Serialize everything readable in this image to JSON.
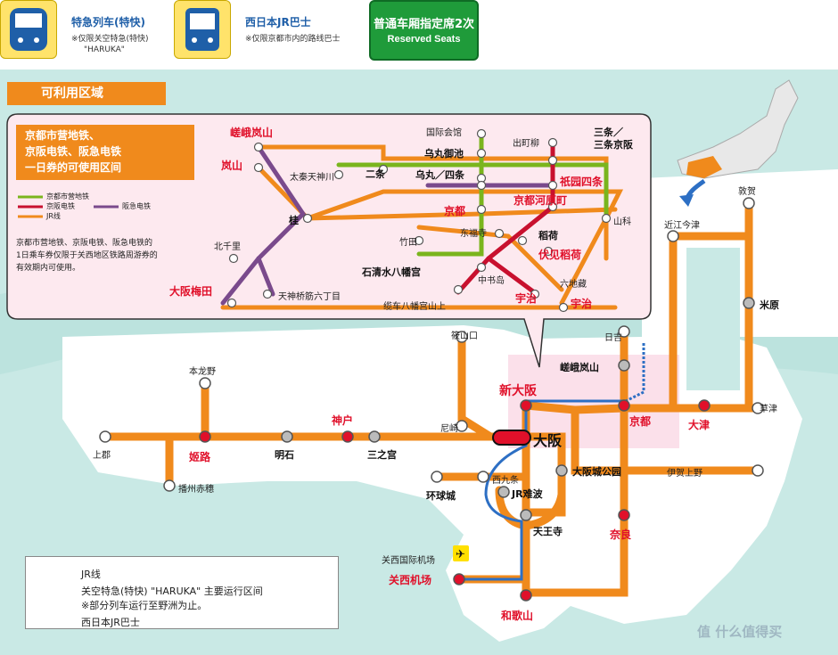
{
  "header": {
    "haruka_card": {
      "title": "特急列车(特快)",
      "note_line1": "※仅限关空特急(特快)",
      "note_line2": "\"HARUKA\"",
      "icon": "train-icon"
    },
    "bus_card": {
      "title": "西日本JR巴士",
      "note": "※仅限京都市内的路线巴士",
      "icon": "bus-icon"
    },
    "reserved_badge": {
      "zh": "普通车厢指定席2次",
      "en": "Reserved Seats"
    }
  },
  "section_title": "可利用区域",
  "inset": {
    "title_lines": [
      "京都市营地铁、",
      "京阪电铁、阪急电铁",
      "一日券的可使用区间"
    ],
    "legend": {
      "subway": "京都市营地铁",
      "keihan": "京阪电铁",
      "hankyu": "阪急电铁",
      "jr": "JR线"
    },
    "note_lines": [
      "京都市营地铁、京阪电铁、阪急电铁的",
      "1日乘车券仅限于关西地区铁路周游券的",
      "有效期内可使用。"
    ],
    "stations": {
      "saga_arashiyama": "嵯峨岚山",
      "arashiyama": "岚山",
      "uzumasa": "太秦天神川",
      "katsura": "桂",
      "kita_senri": "北千里",
      "osaka_umeda": "大阪梅田",
      "tenjinbashi": "天神桥筋六丁目",
      "kokusaikaikan": "国际会馆",
      "karasuma_oike": "乌丸御池",
      "nijo": "二条",
      "karasuma_shijo": "乌丸／四条",
      "kyoto": "京都",
      "takeda": "竹田",
      "iwashimizu": "石清水八幡宫",
      "cable_hachimangu": "缆车八幡宫山上",
      "chushojima": "中书岛",
      "tofukuji": "东福寺",
      "inari": "稻荷",
      "fushimi_inari": "伏见稻荷",
      "uji_keihan": "宇治",
      "uji_jr": "宇治",
      "rokujizo": "六地藏",
      "yamashina": "山科",
      "demachiyanagi": "出町柳",
      "sanjo_line1": "三条／",
      "sanjo_line2": "三条京阪",
      "gion_shijo": "祇园四条",
      "kyoto_kawaramachi": "京都河原町"
    }
  },
  "main_map": {
    "stations": {
      "tsuruga": "敦贺",
      "omi_shiotsu": "近江今津",
      "maibara": "米原",
      "hiyoshi": "日吉",
      "saga_arashiyama": "嵯峨岚山",
      "kyoto": "京都",
      "otsu": "大津",
      "kusatsu": "草津",
      "iga_ueno": "伊贺上野",
      "sasayamaguchi": "筱山口",
      "shin_osaka": "新大阪",
      "osaka": "大阪",
      "amagasaki": "尼崎",
      "kobe": "神户",
      "sannomiya": "三之宫",
      "akashi": "明石",
      "himeji": "姬路",
      "hongu": "本龙野",
      "kamigori": "上郡",
      "banshu_ako": "播州赤穗",
      "nishikujo": "西九条",
      "universal_city": "环球城",
      "jr_namba": "JR难波",
      "osakajokoen": "大阪城公园",
      "tennoji": "天王寺",
      "nara": "奈良",
      "kix_label": "关西国际机场",
      "kansai_airport": "关西机场",
      "wakayama": "和歌山"
    }
  },
  "legend": {
    "jr": "JR线",
    "haruka": "关空特急(特快) \"HARUKA\" 主要运行区间",
    "haruka_note": "※部分列车运行至野洲为止。",
    "bus": "西日本JR巴士"
  },
  "watermark": "值 什么值得买",
  "colors": {
    "jr_orange": "#f08a1c",
    "haruka_blue": "#2d6fc4",
    "subway_green": "#7ab51d",
    "keihan_red": "#c8102e",
    "hankyu_purple": "#7a4a8c",
    "station_red": "#e0102a",
    "sea": "#c6e8e4",
    "pink_area": "#fce4ec"
  }
}
